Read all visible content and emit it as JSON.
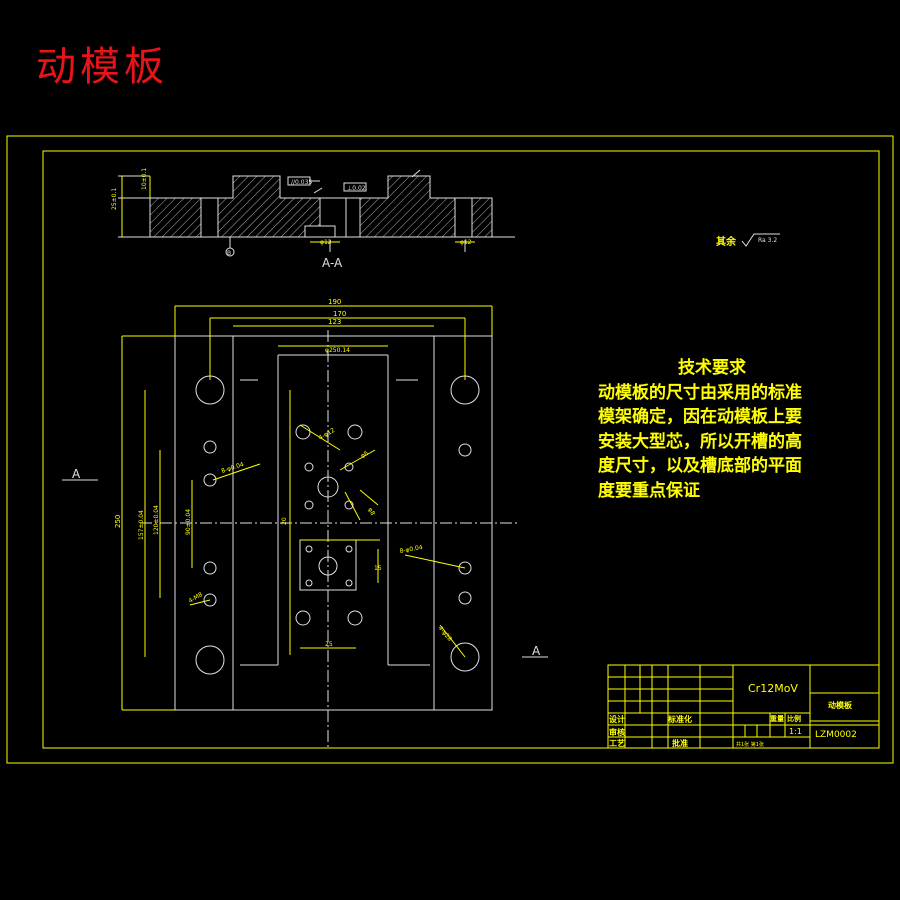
{
  "title": "动模板",
  "section": {
    "label": "A-A",
    "cut_left": "A",
    "cut_right": "A"
  },
  "roughness": {
    "prefix": "其余",
    "value": "Ra 3.2"
  },
  "tech_requirements": {
    "heading": "技术要求",
    "lines": [
      "动模板的尺寸由采用的标准",
      "模架确定，因在动模板上要",
      "安装大型芯，所以开槽的高",
      "度尺寸，以及槽底部的平面",
      "度要重点保证"
    ]
  },
  "dimensions": {
    "width_overall": "190",
    "width_inner": "170",
    "width_mid": "123",
    "width_slot": "φ250.14",
    "height_overall": "250",
    "dim_25": "25",
    "dim_15": "15",
    "dim_10": "10"
  },
  "title_block": {
    "material": "Cr12MoV",
    "part_name": "动模板",
    "drawing_no": "LZM0002",
    "scale": "1:1",
    "labels": {
      "design": "设计",
      "standard": "标准化",
      "weight": "重量",
      "scale_label": "比例",
      "review": "审核",
      "process": "工艺",
      "approve": "批准",
      "sheet": "共1张 第1张"
    }
  }
}
